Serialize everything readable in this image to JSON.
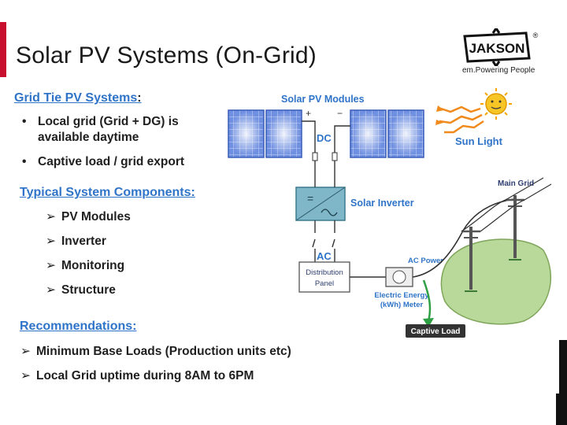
{
  "slide": {
    "title": "Solar PV Systems (On-Grid)",
    "logo": {
      "brand": "JAKSON",
      "registered": "®",
      "tagline": "em.Powering People"
    }
  },
  "sections": {
    "grid_tie": {
      "heading": "Grid Tie PV Systems",
      "colon": ":",
      "items": [
        {
          "marker": "•",
          "lines": [
            "Local grid (Grid + DG) is",
            "available daytime"
          ]
        },
        {
          "marker": "•",
          "lines": [
            "Captive load / grid export"
          ]
        }
      ]
    },
    "components": {
      "heading": "Typical System Components:",
      "items": [
        {
          "marker": "➢",
          "text": "PV Modules"
        },
        {
          "marker": "➢",
          "text": "Inverter"
        },
        {
          "marker": "➢",
          "text": "Monitoring"
        },
        {
          "marker": "➢",
          "text": "Structure"
        }
      ]
    },
    "recommendations": {
      "heading": "Recommendations:",
      "items": [
        {
          "marker": "➢",
          "text": "Minimum Base Loads (Production units etc)"
        },
        {
          "marker": "➢",
          "text": "Local Grid uptime during 8AM to 6PM"
        }
      ]
    }
  },
  "diagram": {
    "modules_label": "Solar PV Modules",
    "plus": "+",
    "minus": "−",
    "dc_label": "DC",
    "sun_label": "Sun Light",
    "inverter_label": "Solar Inverter",
    "inverter_eq": "=",
    "ac_label": "AC",
    "panel_label_1": "Distribution",
    "panel_label_2": "Panel",
    "ac_power_label": "AC Power",
    "meter_label_1": "Electric Energy",
    "meter_label_2": "(kWh) Meter",
    "main_grid_label": "Main Grid",
    "captive_load_label": "Captive Load",
    "colors": {
      "label_blue": "#2f74c8",
      "panel_blue": "#5b7fd6",
      "inverter_teal": "#7fb7c9",
      "ground_green": "#b9d99a",
      "arrow_green": "#2ea043",
      "sun_yellow": "#f7c526",
      "ray_orange": "#f08a1c",
      "captive_box": "#333333"
    }
  }
}
